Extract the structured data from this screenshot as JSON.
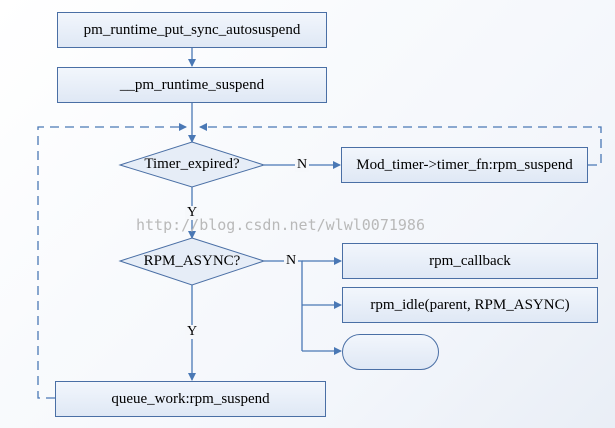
{
  "nodes": {
    "put_sync": "pm_runtime_put_sync_autosuspend",
    "suspend": "__pm_runtime_suspend",
    "timer_expired": "Timer_expired?",
    "mod_timer": "Mod_timer->timer_fn:rpm_suspend",
    "rpm_async": "RPM_ASYNC?",
    "rpm_callback": "rpm_callback",
    "rpm_idle": "rpm_idle(parent, RPM_ASYNC)",
    "queue_work": "queue_work:rpm_suspend",
    "terminator": ""
  },
  "edges": {
    "timer_no": "N",
    "timer_yes": "Y",
    "async_no": "N",
    "async_yes": "Y"
  },
  "watermark": "http://blog.csdn.net/wlwl0071986",
  "colors": {
    "line": "#4a78b5",
    "fill": "#e6edf7",
    "border": "#4a6fa5"
  }
}
